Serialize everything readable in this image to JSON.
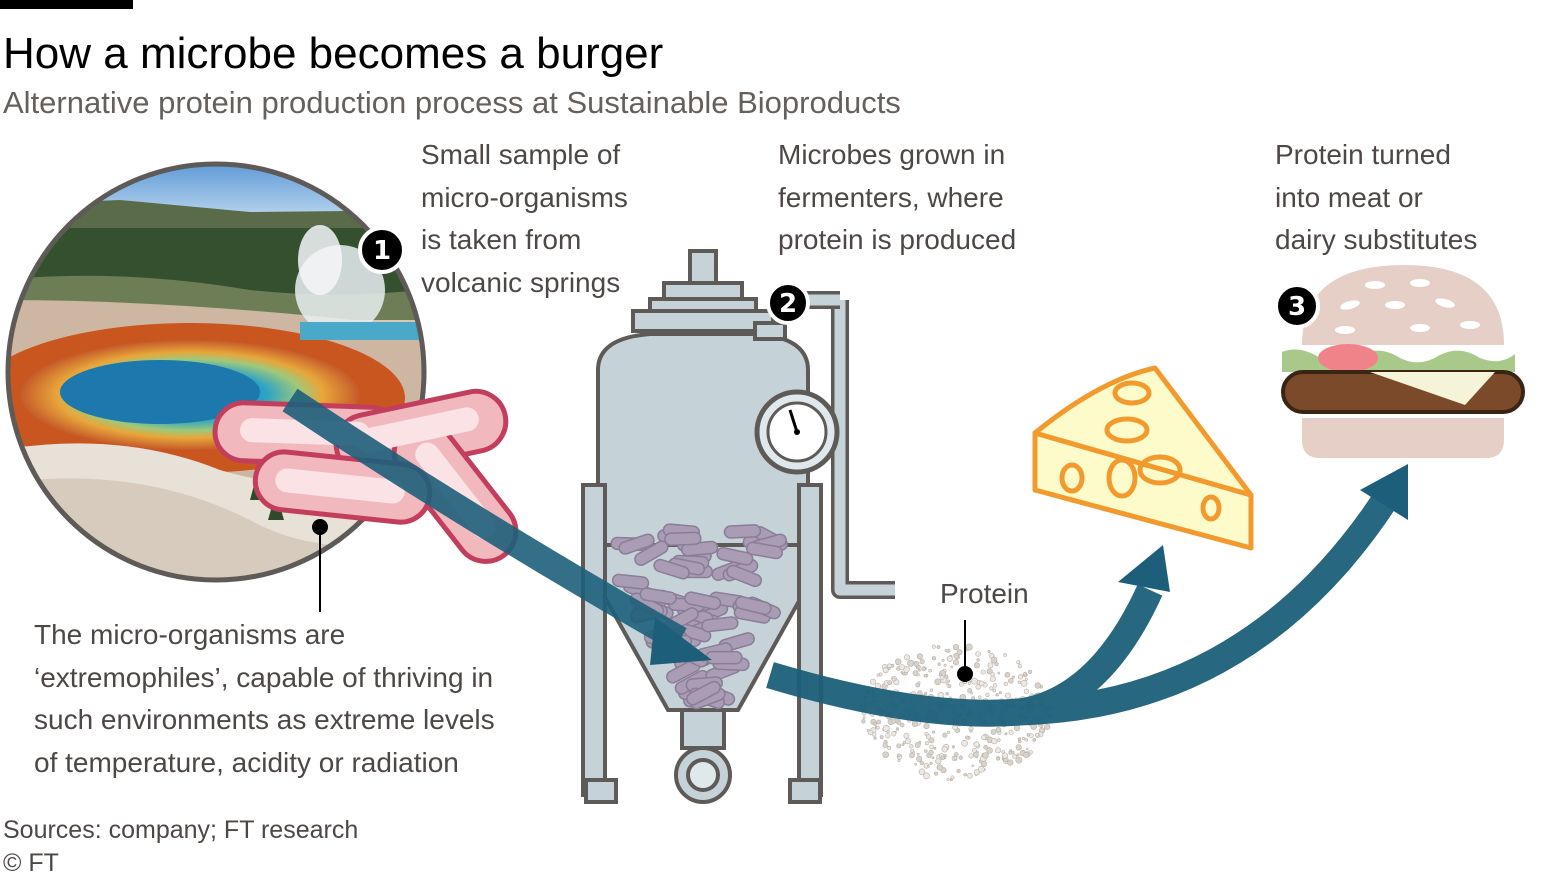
{
  "header": {
    "title": "How a microbe becomes a burger",
    "subtitle": "Alternative protein production process at Sustainable Bioproducts"
  },
  "steps": [
    {
      "number": "1",
      "text": "Small sample of\nmicro-organisms\nis taken from\nvolcanic springs"
    },
    {
      "number": "2",
      "text": "Microbes grown in\nfermenters, where\nprotein is produced"
    },
    {
      "number": "3",
      "text": "Protein turned\ninto meat or\ndairy substitutes"
    }
  ],
  "annotations": {
    "extremophiles": "The micro-organisms are\n‘extremophiles’, capable of thriving in\nsuch environments as extreme levels\nof temperature, acidity or radiation",
    "protein": "Protein"
  },
  "footer": {
    "source": "Sources: company; FT research\n© FT"
  },
  "colors": {
    "arrow": "#1d5f7a",
    "tank": "#c5d3d8",
    "microbe_fill": "#f1b8bd",
    "microbe_outline": "#c23e5c",
    "cheese_fill": "#fdfbc9",
    "cheese_outline": "#f29a2e",
    "bun": "#e5cfc6",
    "patty": "#7a4a2a"
  }
}
